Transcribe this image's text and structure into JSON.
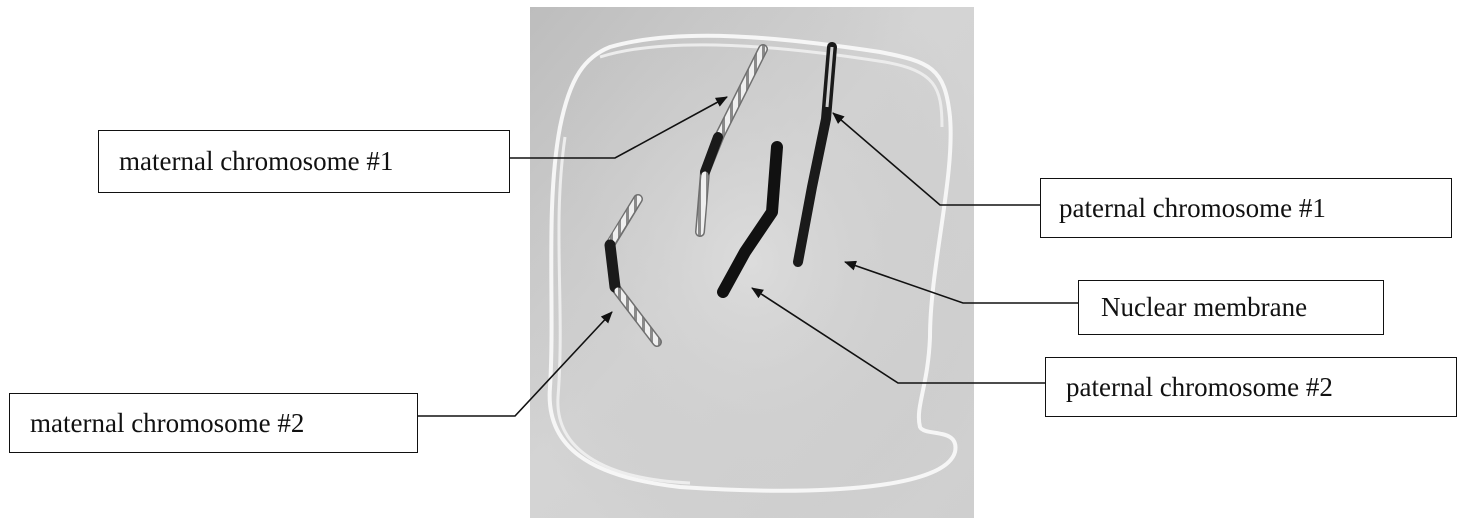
{
  "labels": {
    "maternal_1": "maternal chromosome #1",
    "maternal_2": "maternal chromosome #2",
    "paternal_1": "paternal chromosome #1",
    "paternal_2": "paternal chromosome #2",
    "nuclear_membrane": "Nuclear membrane"
  },
  "colors": {
    "label_border": "#111111",
    "pointer_line": "#111111",
    "membrane_string": "#f4f4f4",
    "photo_background": "#c9c9c9",
    "paternal_pipe_cleaner": "#1a1a1a",
    "maternal_pipe_cleaner": "#e8e8e8"
  }
}
